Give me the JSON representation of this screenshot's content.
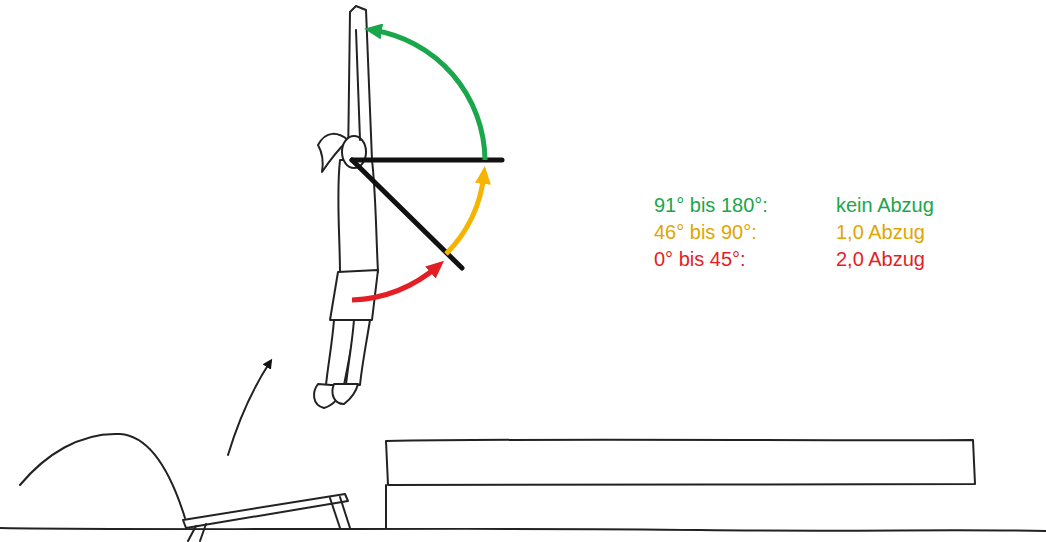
{
  "diagram": {
    "labels": [
      "91° bis 180°:",
      "kein Abzug",
      "46° bis 90°:",
      "1,0 Abzug",
      "0° bis 45°:",
      "2,0 Abzug"
    ]
  }
}
